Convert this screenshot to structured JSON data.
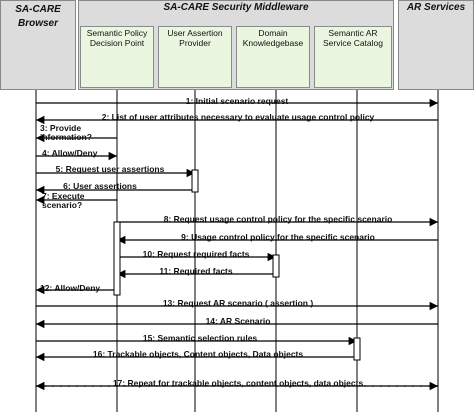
{
  "headers": {
    "browser": "SA-CARE Browser",
    "middleware": "SA-CARE Security Middleware",
    "ar_services": "AR Services"
  },
  "actors": [
    {
      "id": "spdp",
      "label": "Semantic Policy Decision Point"
    },
    {
      "id": "uap",
      "label": "User Assertion Provider"
    },
    {
      "id": "dkb",
      "label": "Domain Knowledgebase"
    },
    {
      "id": "sarsc",
      "label": "Semantic AR Service Catalog"
    }
  ],
  "icons": [
    "mobile-phone-icon",
    "policy-document-gear-icon",
    "certificate-icon",
    "database-stack-icon",
    "server-catalog-icon",
    "ar-services-cluster-icon"
  ],
  "messages": [
    {
      "n": 1,
      "text": "1: Initial scenario request"
    },
    {
      "n": 2,
      "text": "2: List of user attributes necessary to evaluate usage control policy"
    },
    {
      "n": 3,
      "text": "3: Provide information?"
    },
    {
      "n": 4,
      "text": "4: Allow/Deny"
    },
    {
      "n": 5,
      "text": "5: Request user assertions"
    },
    {
      "n": 6,
      "text": "6: User assertions"
    },
    {
      "n": 7,
      "text": "7: Execute scenario?"
    },
    {
      "n": 8,
      "text": "8: Request usage control policy for the specific scenario"
    },
    {
      "n": 9,
      "text": "9: Usage control policy for the specific scenario"
    },
    {
      "n": 10,
      "text": "10: Request required facts"
    },
    {
      "n": 11,
      "text": "11: Required facts"
    },
    {
      "n": 12,
      "text": "12: Allow/Deny"
    },
    {
      "n": 13,
      "text": "13: Request AR scenario ( assertion )"
    },
    {
      "n": 14,
      "text": "14: AR Scenario"
    },
    {
      "n": 15,
      "text": "15: Semantic selection rules"
    },
    {
      "n": 16,
      "text": "16: Trackable objects, Content objects, Data objects"
    },
    {
      "n": 17,
      "text": "17: Repeat for trackable objects, content objects, data objects"
    }
  ]
}
